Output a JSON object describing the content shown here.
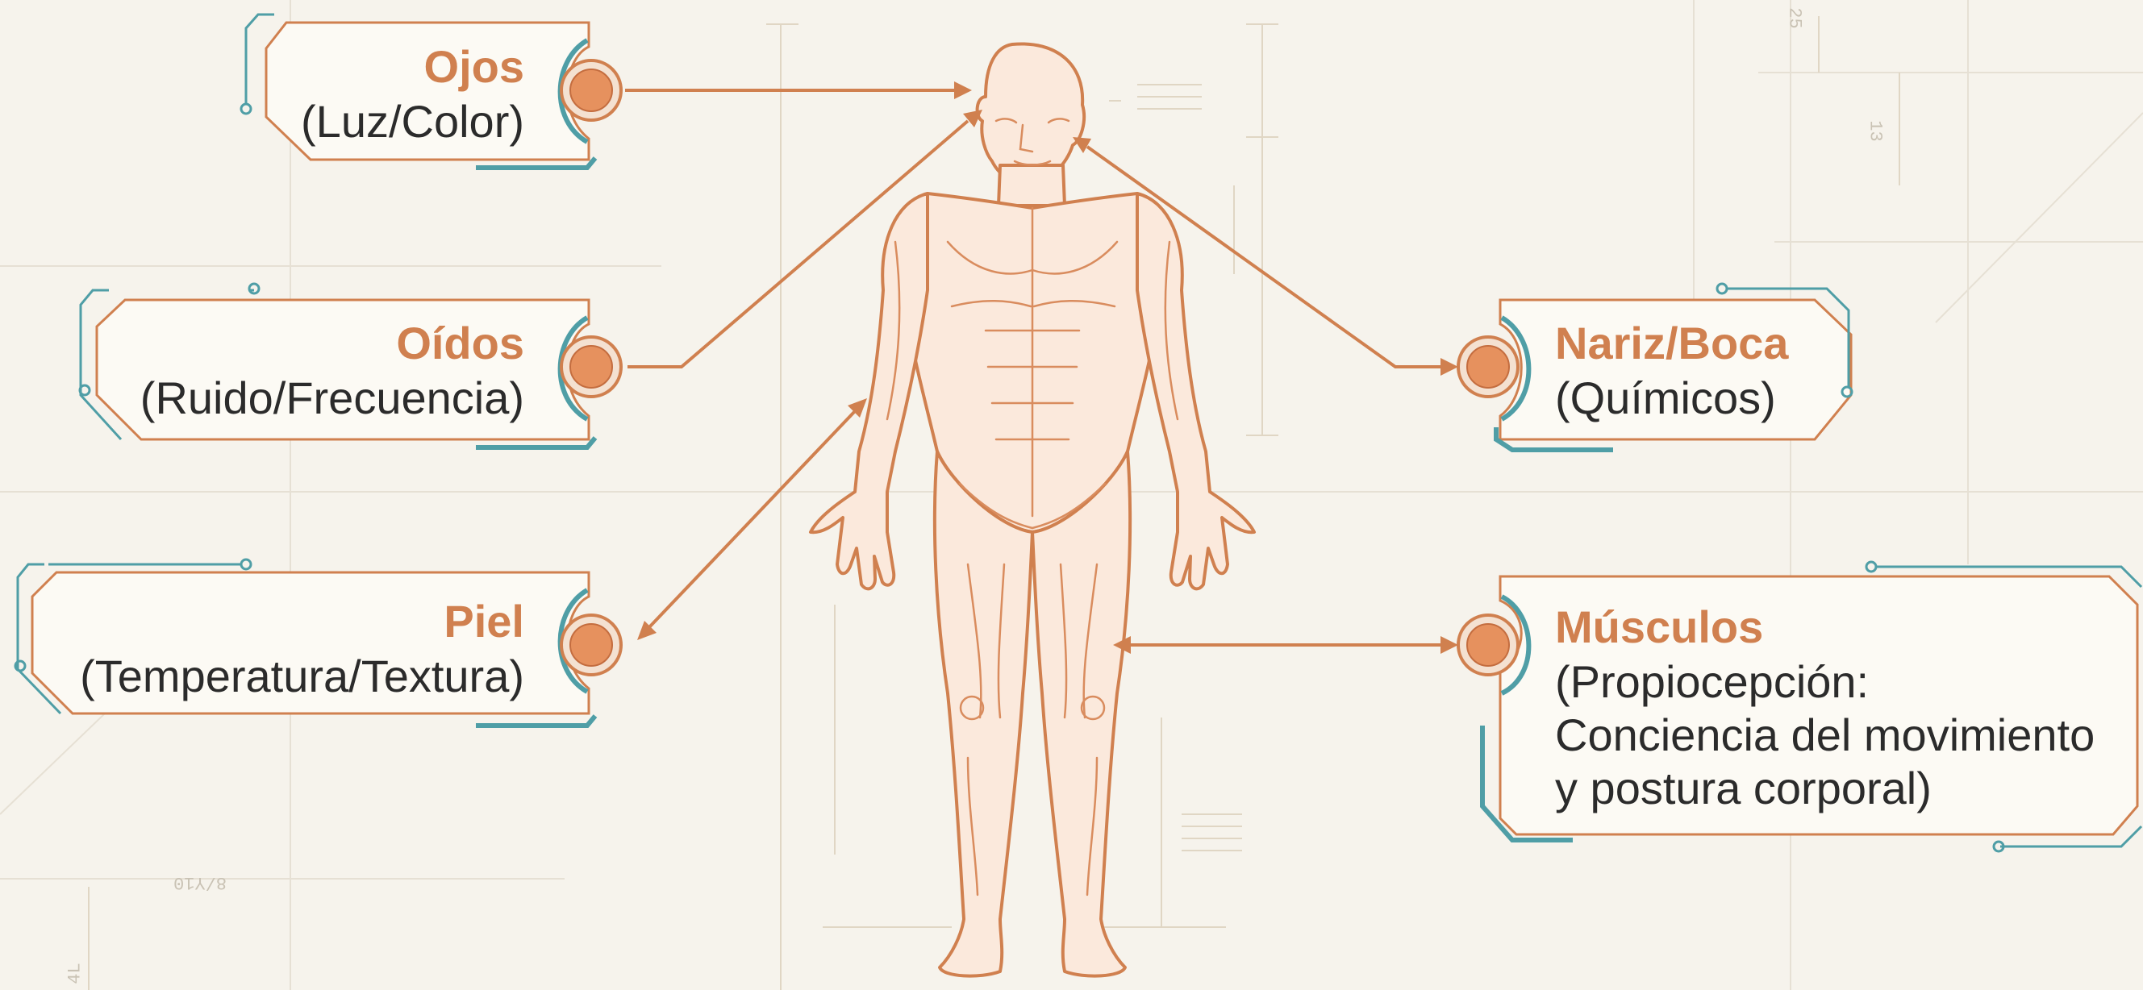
{
  "senses": [
    {
      "id": "ojos",
      "title": "Ojos",
      "subtitle_lines": [
        "(Luz/Color)"
      ]
    },
    {
      "id": "oidos",
      "title": "Oídos",
      "subtitle_lines": [
        "(Ruido/Frecuencia)"
      ]
    },
    {
      "id": "piel",
      "title": "Piel",
      "subtitle_lines": [
        "(Temperatura/Textura)"
      ]
    },
    {
      "id": "nariz",
      "title": "Nariz/Boca",
      "subtitle_lines": [
        "(Químicos)"
      ]
    },
    {
      "id": "musculos",
      "title": "Músculos",
      "subtitle_lines": [
        "(Propiocepción:",
        "Conciencia del movimiento",
        "y postura corporal)"
      ]
    }
  ],
  "scale_notes": [
    "25",
    "13",
    "8/Y10",
    "4L"
  ],
  "colors": {
    "accent": "#d0804f",
    "teal": "#4f9ea6",
    "text": "#2b2b2b",
    "background": "#f6f3ec",
    "grid": "#e3ddd1"
  }
}
